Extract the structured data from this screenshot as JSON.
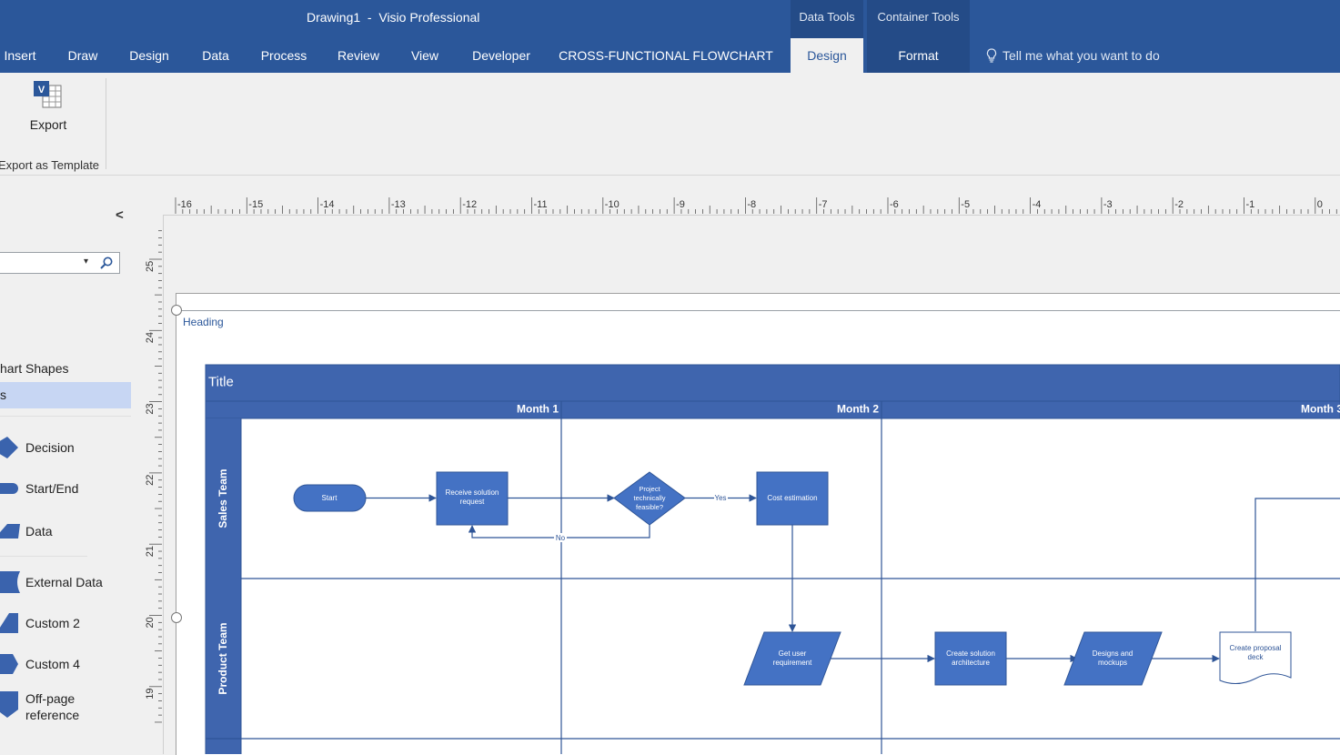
{
  "window": {
    "title": "Drawing1  -  Visio Professional"
  },
  "context_groups": [
    {
      "title": "Data Tools"
    },
    {
      "title": "Container Tools"
    }
  ],
  "tabs": [
    {
      "label": "Insert"
    },
    {
      "label": "Draw"
    },
    {
      "label": "Design"
    },
    {
      "label": "Data"
    },
    {
      "label": "Process"
    },
    {
      "label": "Review"
    },
    {
      "label": "View"
    },
    {
      "label": "Developer"
    },
    {
      "label": "CROSS-FUNCTIONAL FLOWCHART"
    },
    {
      "label": "Design",
      "active": true
    },
    {
      "label": "Format"
    }
  ],
  "tell_me": {
    "placeholder": "Tell me what you want to do",
    "icon": "lightbulb-icon"
  },
  "ribbon": {
    "export_label": "Export",
    "group_label": "Export as Template"
  },
  "shapes_panel": {
    "collapse_icon": "chevron-left-icon",
    "search": {
      "value": "",
      "placeholder": ""
    },
    "stencil_title": "hart Shapes",
    "selected_stencil": "s",
    "shapes": [
      {
        "name": "Decision",
        "icon": "decision-diamond-icon"
      },
      {
        "name": "Start/End",
        "icon": "terminator-icon"
      },
      {
        "name": "Data",
        "icon": "data-parallelogram-icon"
      },
      {
        "name": "External Data",
        "icon": "external-data-icon"
      },
      {
        "name": "Custom 2",
        "icon": "custom2-icon"
      },
      {
        "name": "Custom 4",
        "icon": "custom4-icon"
      },
      {
        "name": "Off-page\nreference",
        "icon": "offpage-reference-icon"
      }
    ]
  },
  "ruler": {
    "h_labels": [
      "-16",
      "-15",
      "-14",
      "-13",
      "-12",
      "-11",
      "-10",
      "-9",
      "-8",
      "-7",
      "-6",
      "-5",
      "-4",
      "-3",
      "-2",
      "-1",
      "0"
    ],
    "v_labels": [
      "25",
      "24",
      "23",
      "22",
      "21",
      "20",
      "19"
    ]
  },
  "diagram": {
    "heading": "Heading",
    "title": "Title",
    "phases": [
      "Month 1",
      "Month 2",
      "Month 3"
    ],
    "lanes": [
      "Sales Team",
      "Product Team"
    ],
    "shapes": {
      "start": "Start",
      "receive": "Receive solution request",
      "decision": "Project technically feasible?",
      "cost": "Cost estimation",
      "get_req": "Get user requirement",
      "architecture": "Create solution architecture",
      "mockups": "Designs and mockups",
      "proposal": "Create proposal deck"
    },
    "connector_labels": {
      "yes": "Yes",
      "no": "No"
    },
    "colors": {
      "shape_fill": "#4472c4",
      "lane_header": "#3f65ae",
      "line": "#2f5597",
      "ribbon": "#2b579a"
    }
  }
}
